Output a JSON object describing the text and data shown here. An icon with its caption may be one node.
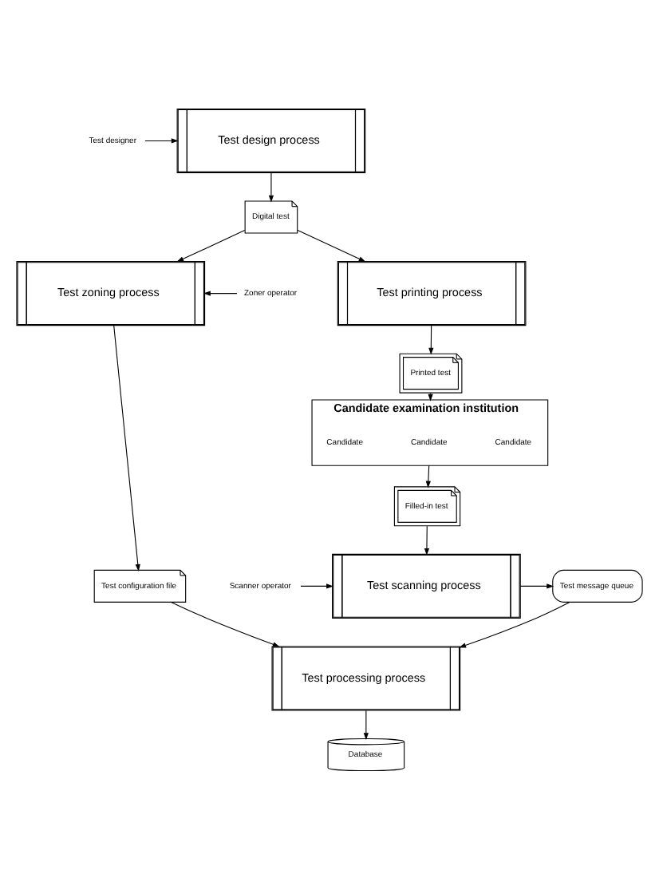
{
  "diagram": {
    "nodes": [
      {
        "text": [
          "Test designer"
        ]
      },
      {
        "text": [
          "Test design process"
        ]
      },
      {
        "text": [
          "Digital test"
        ]
      },
      {
        "text": [
          "Zoner operator"
        ]
      },
      {
        "text": [
          "Test zoning process"
        ]
      },
      {
        "text": [
          "Test printing process"
        ]
      },
      {
        "text": [
          "Test configuration file"
        ]
      },
      {
        "text": [
          "Printed test"
        ]
      },
      {
        "text": [
          "Candidate examination institution"
        ]
      },
      {
        "text": [
          "Candidate"
        ],
        "in": 8
      },
      {
        "text": [
          "Candidate"
        ],
        "in": 8
      },
      {
        "text": [
          "Candidate"
        ],
        "in": 8
      },
      {
        "text": [
          "Database"
        ]
      },
      {
        "text": [
          "Filled-in test"
        ]
      },
      {
        "text": [
          "Test processing process"
        ]
      },
      {
        "text": [
          "Test scanning process"
        ]
      },
      {
        "text": [
          "Scanner operator"
        ]
      },
      {
        "text": [
          "Test message queue"
        ]
      }
    ],
    "edges": [
      {
        "from": 0,
        "to": 1,
        "arrow": "to"
      },
      {
        "from": 1,
        "to": 2,
        "arrow": "to"
      },
      {
        "from": 2,
        "to": 4,
        "arrow": "to"
      },
      {
        "from": 2,
        "to": 5,
        "arrow": "to"
      },
      {
        "from": 3,
        "to": 4,
        "arrow": "to"
      },
      {
        "from": 4,
        "to": 6,
        "arrow": "to"
      },
      {
        "from": 5,
        "to": 7,
        "arrow": "to"
      },
      {
        "from": 7,
        "to": 8,
        "arrow": "to"
      },
      {
        "from": 6,
        "to": 14,
        "arrow": "to"
      },
      {
        "from": 14,
        "to": 12,
        "arrow": "to"
      },
      {
        "from": 8,
        "to": 13,
        "arrow": "to"
      },
      {
        "from": 13,
        "to": 15,
        "arrow": "to"
      },
      {
        "from": 16,
        "to": 15,
        "arrow": "to"
      },
      {
        "from": 15,
        "to": 17,
        "arrow": "to"
      },
      {
        "from": 17,
        "to": 14,
        "arrow": "to"
      }
    ]
  }
}
